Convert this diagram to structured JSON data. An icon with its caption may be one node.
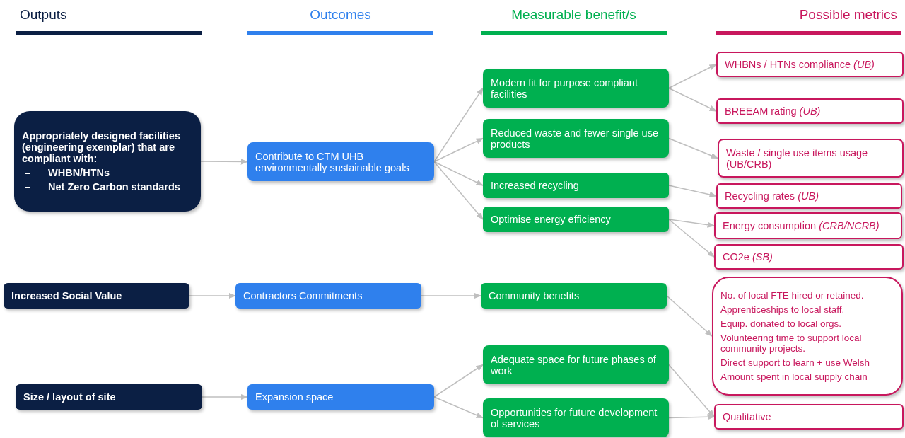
{
  "diagram": {
    "nodes": [
      {
        "text": [
          "Appropriately designed facilities (engineering exemplar) that are compliant with:",
          "WHBN/HTNs",
          "Net Zero Carbon standards"
        ]
      },
      {
        "text": [
          "Contribute to CTM UHB environmentally sustainable goals"
        ]
      },
      {
        "text": [
          "Modern fit for purpose compliant facilities"
        ]
      },
      {
        "text": [
          "Reduced waste and fewer single use products"
        ]
      },
      {
        "text": [
          "Increased recycling"
        ]
      },
      {
        "text": [
          "Optimise energy efficiency"
        ]
      },
      {
        "text": [
          "WHBNs / HTNs compliance *(UB)*"
        ]
      },
      {
        "text": [
          "BREEAM rating *(UB)*"
        ]
      },
      {
        "text": [
          "Waste / single use items usage (UB/CRB)"
        ]
      },
      {
        "text": [
          "Recycling rates *(UB)*"
        ]
      },
      {
        "text": [
          "Energy consumption *(CRB/NCRB)*"
        ]
      },
      {
        "text": [
          "CO2e *(SB)*"
        ]
      },
      {
        "text": [
          "Increased Social Value"
        ]
      },
      {
        "text": [
          "Contractors Commitments"
        ]
      },
      {
        "text": [
          "Community benefits"
        ]
      },
      {
        "text": [
          "No. of local FTE hired or retained.",
          "Apprenticeships to local staff.",
          "Equip. donated to local orgs.",
          "Volunteering time to support local community projects.",
          "Direct support to learn + use Welsh",
          "Amount spent in local supply chain"
        ]
      },
      {
        "text": [
          "Size / layout of site"
        ]
      },
      {
        "text": [
          "Expansion space"
        ]
      },
      {
        "text": [
          "Adequate space for future phases of work"
        ]
      },
      {
        "text": [
          "Opportunities for future development of services"
        ]
      },
      {
        "text": [
          "Qualitative"
        ]
      }
    ],
    "edges": [
      {
        "from": 0,
        "to": 1,
        "arrow": "to"
      },
      {
        "from": 1,
        "to": 2,
        "arrow": "to"
      },
      {
        "from": 1,
        "to": 3,
        "arrow": "to"
      },
      {
        "from": 1,
        "to": 4,
        "arrow": "to"
      },
      {
        "from": 1,
        "to": 5,
        "arrow": "to"
      },
      {
        "from": 2,
        "to": 6,
        "arrow": "to"
      },
      {
        "from": 2,
        "to": 7,
        "arrow": "to"
      },
      {
        "from": 3,
        "to": 8,
        "arrow": "to"
      },
      {
        "from": 4,
        "to": 9,
        "arrow": "to"
      },
      {
        "from": 5,
        "to": 10,
        "arrow": "to"
      },
      {
        "from": 5,
        "to": 11,
        "arrow": "to"
      },
      {
        "from": 12,
        "to": 13,
        "arrow": "to"
      },
      {
        "from": 13,
        "to": 14,
        "arrow": "to"
      },
      {
        "from": 14,
        "to": 15,
        "arrow": "to"
      },
      {
        "from": 16,
        "to": 17,
        "arrow": "to"
      },
      {
        "from": 17,
        "to": 18,
        "arrow": "to"
      },
      {
        "from": 17,
        "to": 19,
        "arrow": "to"
      },
      {
        "from": 18,
        "to": 20,
        "arrow": "to"
      },
      {
        "from": 19,
        "to": 20,
        "arrow": "to"
      }
    ],
    "labels": [
      "Outputs",
      "Outcomes",
      "Measurable benefit/s",
      "Possible metrics"
    ]
  }
}
